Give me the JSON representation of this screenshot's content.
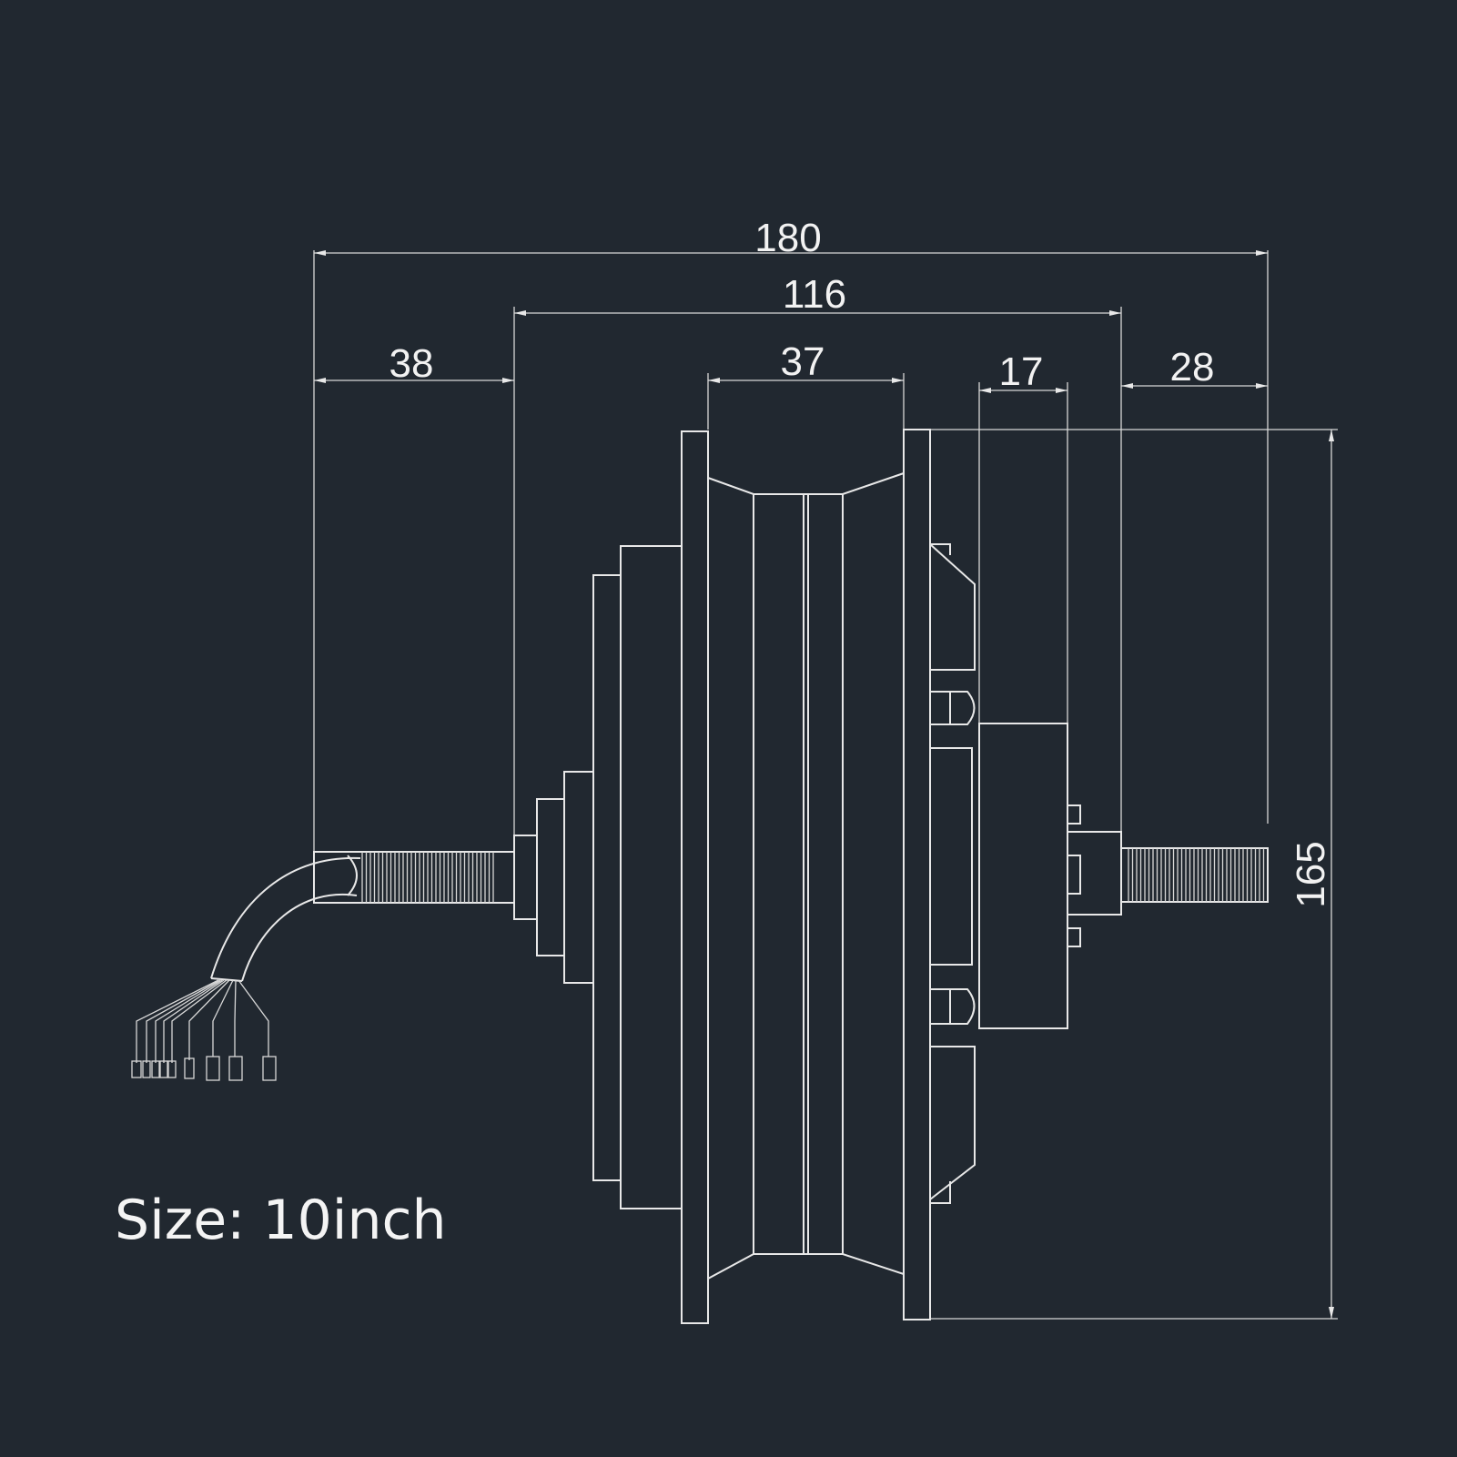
{
  "dimensions": {
    "overall_width": "180",
    "hub_width": "116",
    "left_axle": "38",
    "rim_width": "37",
    "disc_mount": "17",
    "right_axle": "28",
    "height": "165"
  },
  "caption": "Size: 10inch",
  "colors": {
    "background": "#212830",
    "line": "#e8e8e8"
  }
}
